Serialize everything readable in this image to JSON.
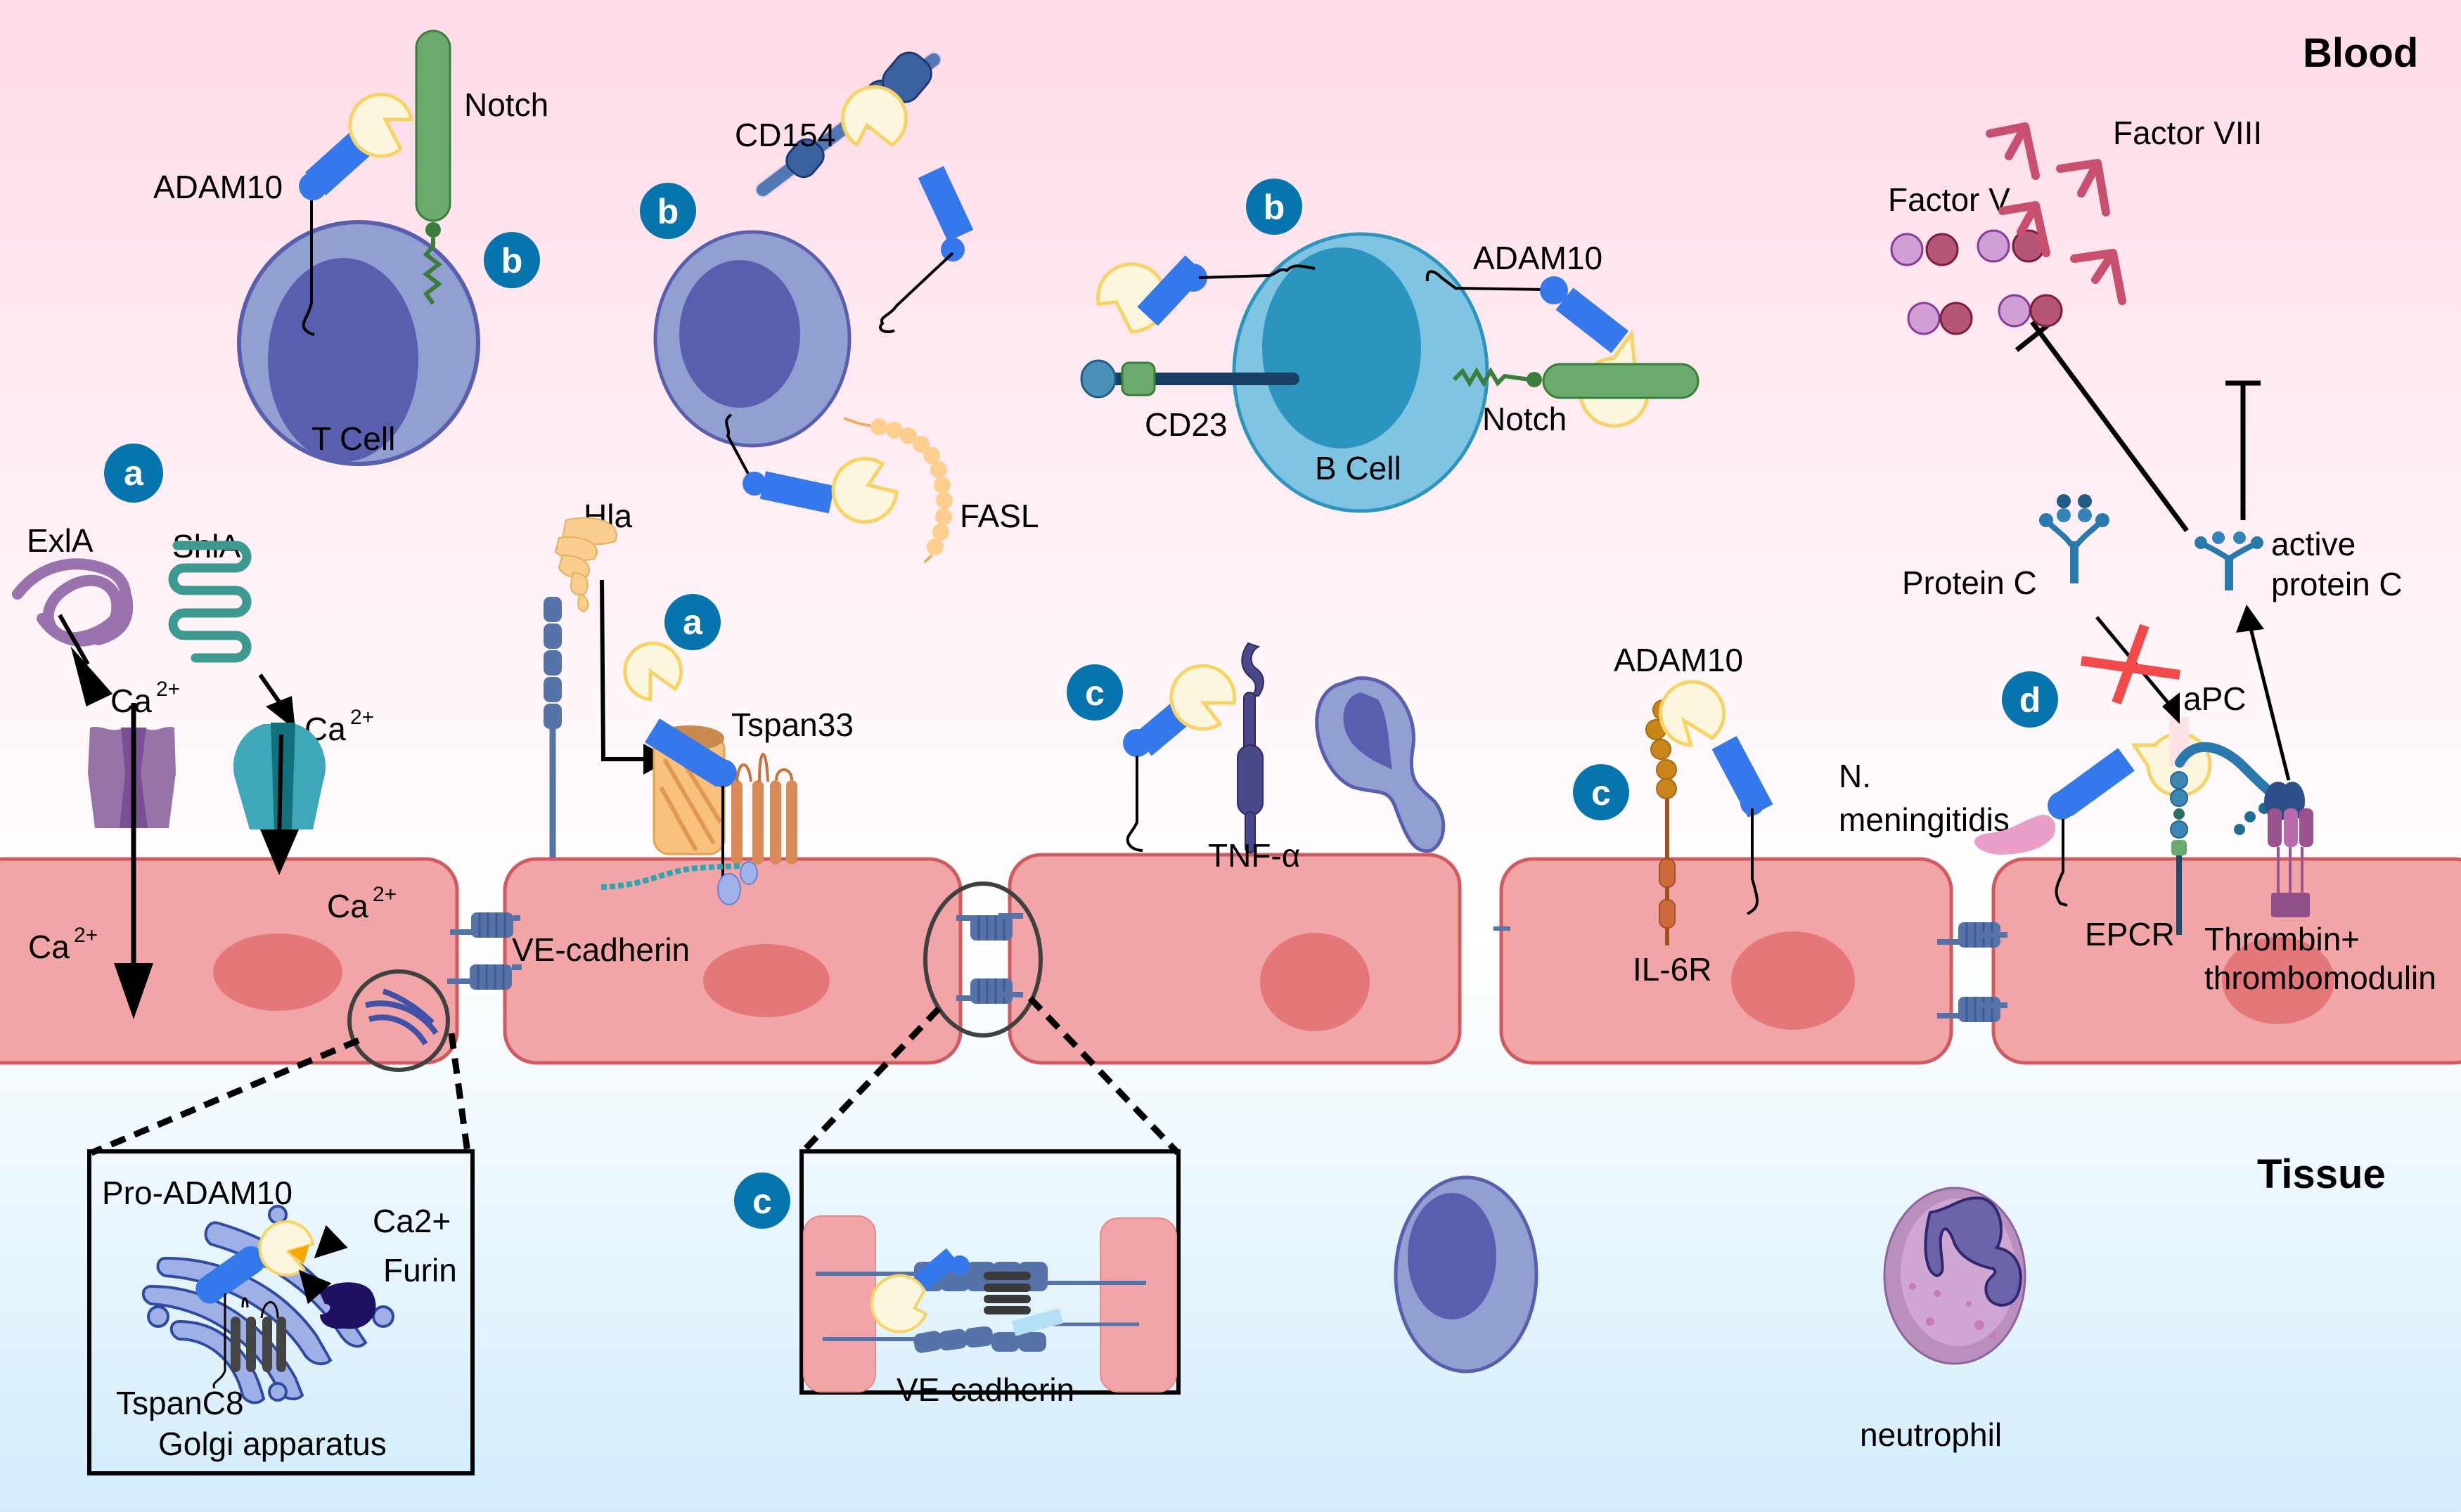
{
  "title": "ADAM10 substrates and regulation at the endothelial barrier",
  "regions": {
    "top": "Blood",
    "bottom": "Tissue"
  },
  "colors": {
    "badge": "#0675ad",
    "endothelial_cell": "#f2a5a6",
    "endothelial_border": "#d05a5f",
    "nucleus": "#e4777a",
    "adam10_body": "#3478ec",
    "adam10_head": "#fdf6df",
    "adam10_head_border": "#f7d364",
    "lymphocyte_outer": "#91a0d1",
    "lymphocyte_inner": "#5a5eae",
    "b_cell_outer": "#7fc4e0",
    "b_cell_inner": "#2b95c0",
    "notch": "#6aaa6c",
    "bg_top": "#ffdce9",
    "bg_bottom": "#d5eefb"
  },
  "badges": {
    "a1": "a",
    "a2": "a",
    "b1": "b",
    "b2": "b",
    "b3": "b",
    "c1": "c",
    "c2": "c",
    "c3": "c",
    "d1": "d"
  },
  "panel_b": {
    "t_cell": {
      "cell_label": "T Cell",
      "protease": "ADAM10",
      "substrate": "Notch"
    },
    "middle_cell": {
      "substrate_1": "CD154",
      "substrate_2": "FASL"
    },
    "b_cell": {
      "cell_label": "B Cell",
      "protease": "ADAM10",
      "substrate_1": "CD23",
      "substrate_2": "Notch"
    }
  },
  "panel_a": {
    "toxin_1": "ExlA",
    "toxin_2": "ShlA",
    "toxin_3": "Hla",
    "ion": "Ca",
    "ion_charge": "2+",
    "tetraspanin": "Tspan33",
    "junction": "VE-cadherin"
  },
  "golgi_inset": {
    "pro_protein": "Pro-ADAM10",
    "ion": "Ca2+",
    "convertase": "Furin",
    "tetraspanin": "TspanC8",
    "organelle": "Golgi apparatus"
  },
  "panel_c": {
    "substrate_1": "TNF-α",
    "protease": "ADAM10",
    "substrate_2": "IL-6R",
    "inset_label": "VE-cadherin"
  },
  "panel_d": {
    "pathogen": "N. meningitidis",
    "pathogen_line1": "N.",
    "pathogen_line2": "meningitidis",
    "receptor": "EPCR",
    "complex_line1": "Thrombin+",
    "complex_line2": "thrombomodulin",
    "zymogen": "Protein C",
    "activated_short": "aPC",
    "activated_line1": "active",
    "activated_line2": "protein C",
    "cofactor_1": "Factor V",
    "cofactor_2": "Factor VIII"
  },
  "tissue": {
    "cell_label": "neutrophil"
  }
}
